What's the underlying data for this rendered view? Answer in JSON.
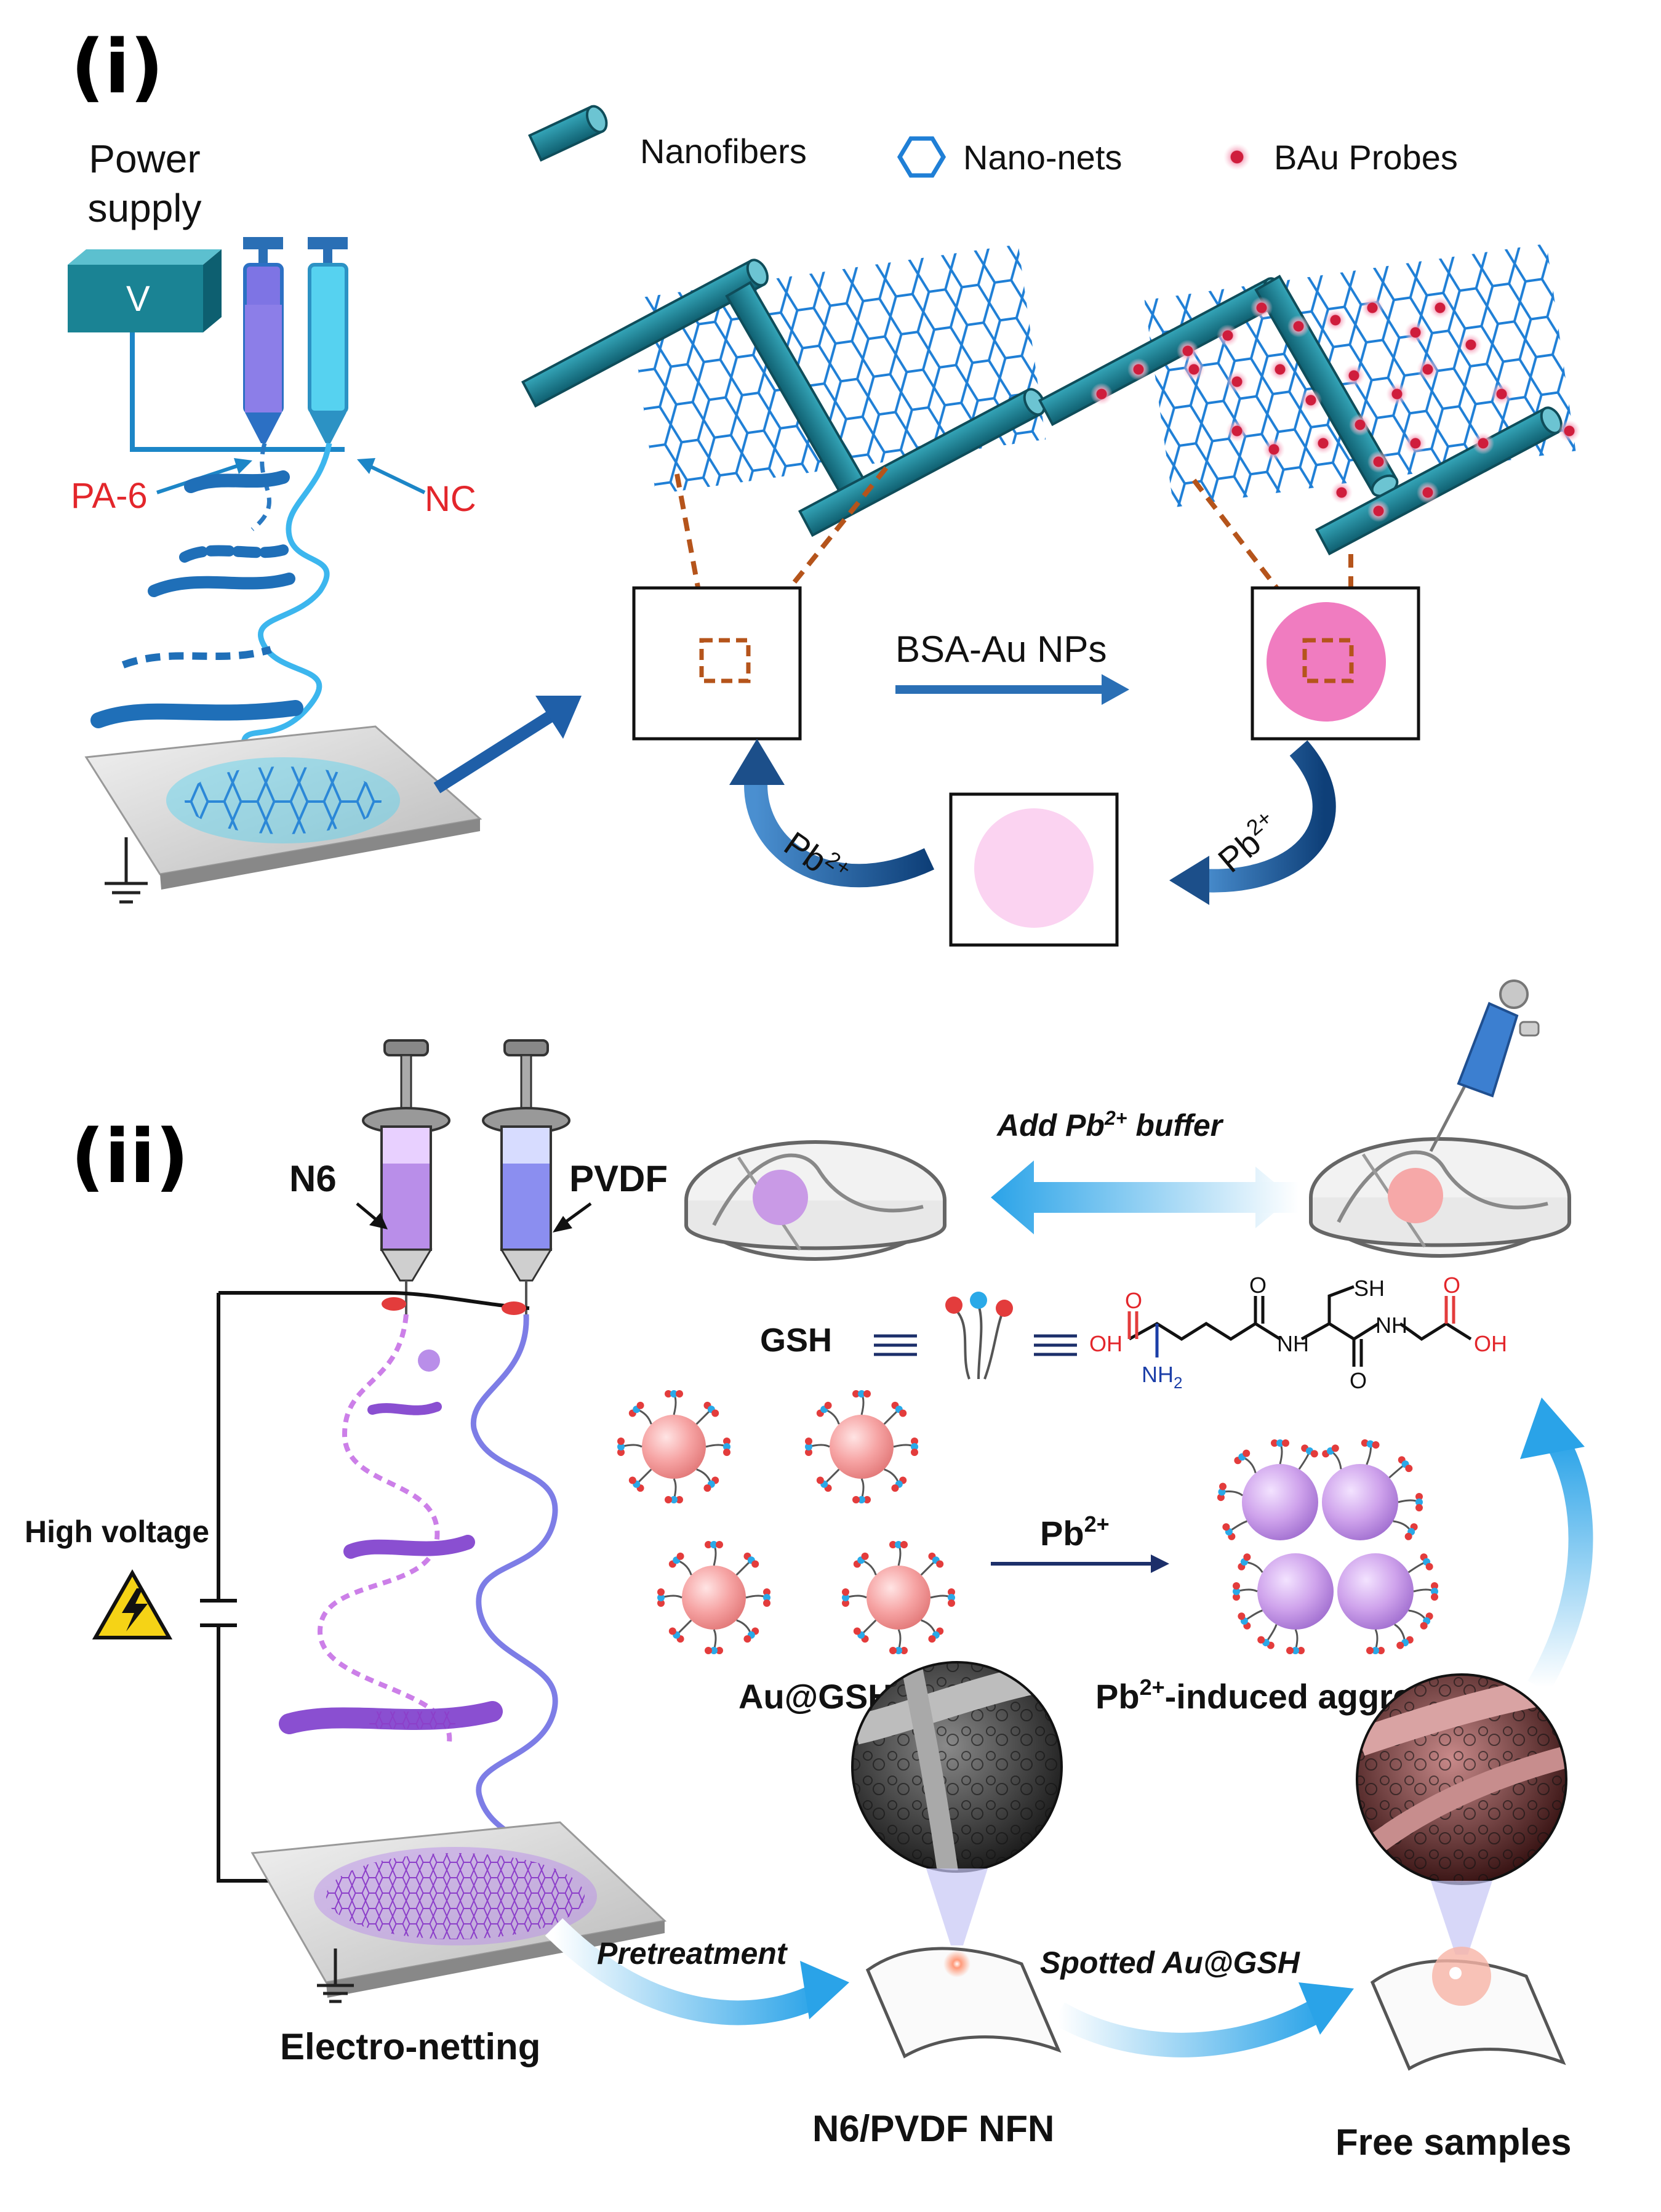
{
  "panel_i": {
    "label": "(i)",
    "power_supply": "Power supply",
    "power_supply_line1": "Power",
    "power_supply_line2": "supply",
    "voltage_box": "V",
    "left_syringe": "PA-6",
    "right_syringe": "NC",
    "legend": {
      "nanofibers": "Nanofibers",
      "nanonets": "Nano-nets",
      "probes": "BAu Probes"
    },
    "arrow_label": "BSA-Au NPs",
    "ion_left": "Pb",
    "ion_left_sup": "2+",
    "ion_right": "Pb",
    "ion_right_sup": "2+"
  },
  "panel_ii": {
    "label": "(ii)",
    "syringe_left": "N6",
    "syringe_right": "PVDF",
    "high_voltage": "High voltage",
    "add_buffer_pre": "Add Pb",
    "add_buffer_sup": "2+",
    "add_buffer_post": " buffer",
    "gsh": "GSH",
    "chem": {
      "sh": "SH",
      "oh_left": "OH",
      "o_top_left": "O",
      "nh2": "NH",
      "nh2_sub": "2",
      "nh_mid": "NH",
      "nh_right": "NH",
      "o_bottom": "O",
      "o_top_right": "O",
      "oh_right": "OH"
    },
    "pb_arrow": "Pb",
    "pb_arrow_sup": "2+",
    "au_gsh": "Au@GSH",
    "aggregation_pre": "Pb",
    "aggregation_sup": "2+",
    "aggregation_post": "-induced aggregation",
    "pretreatment": "Pretreatment",
    "spotted": "Spotted Au@GSH",
    "electro_netting": "Electro-netting",
    "nfn": "N6/PVDF NFN",
    "free_samples": "Free samples"
  },
  "colors": {
    "teal": "#1a7f92",
    "net_blue": "#1f7fd6",
    "dash_brown": "#b5541b",
    "probe_red": "#cf1d3c",
    "pink": "#f07cc0",
    "light_pink": "#fbd3f1",
    "arrow_navy": "#1c4f8a",
    "violet": "#8a4fd1",
    "sky": "#3cb6ee"
  }
}
